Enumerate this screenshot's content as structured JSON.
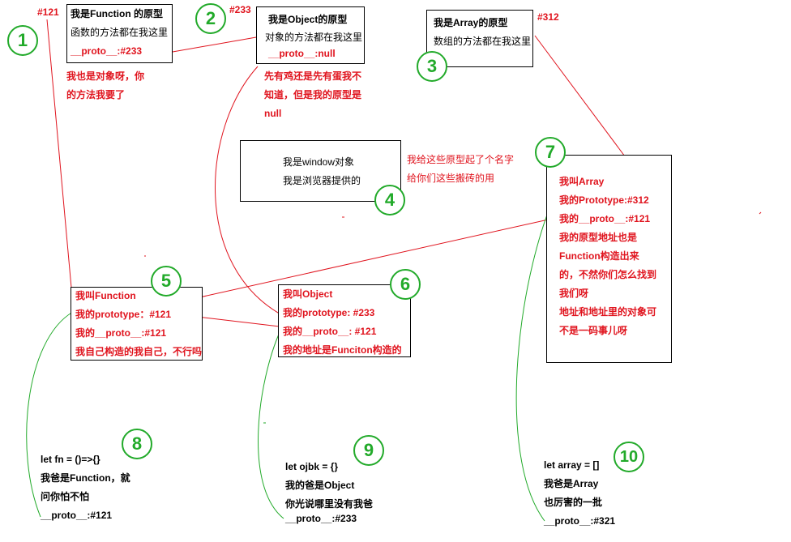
{
  "labels": {
    "l121": "#121",
    "l233": "#233",
    "l312": "#312"
  },
  "nums": {
    "n1": "1",
    "n2": "2",
    "n3": "3",
    "n4": "4",
    "n5": "5",
    "n6": "6",
    "n7": "7",
    "n8": "8",
    "n9": "9",
    "n10": "10"
  },
  "boxes": {
    "function_proto": {
      "line1": "我是Function 的原型",
      "line2": "函数的方法都在我这里",
      "line3": "__proto__:#233"
    },
    "object_proto": {
      "line1": "我是Object的原型",
      "line2": "对象的方法都在我这里",
      "line3": "__proto__:null"
    },
    "array_proto": {
      "line1": "我是Array的原型",
      "line2": "数组的方法都在我这里"
    },
    "window": {
      "line1": "我是window对象",
      "line2": "我是浏览器提供的"
    },
    "function_ctor": {
      "line1": "我叫Function",
      "line2": "我的prototype：#121",
      "line3": "我的__proto__:#121",
      "line4": "我自己构造的我自己，不行吗"
    },
    "object_ctor": {
      "line1": "我叫Object",
      "line2": "我的prototype:  #233",
      "line3": "我的__proto__:  #121",
      "line4": "我的地址是Funciton构造的"
    },
    "array_ctor": {
      "line1": "我叫Array",
      "line2": "我的Prototype:#312",
      "line3": "我的__proto__:#121",
      "line4": "我的原型地址也是",
      "line5": "Function构造出来",
      "line6": "的，不然你们怎么找到",
      "line7": "我们呀",
      "line8": "地址和地址里的对象可",
      "line9": "不是一码事儿呀"
    }
  },
  "notes": {
    "function_note": "我也是对象呀，你的方法我要了",
    "object_note": "先有鸡还是先有蛋我不知道，但是我的原型是null",
    "naming_note": "我给这些原型起了个名字给你们这些搬砖的用"
  },
  "code": {
    "fn": {
      "line1": "let fn  =  ()=>{}",
      "line2": "我爸是Function，就",
      "line3": "问你怕不怕",
      "line4": "__proto__:#121"
    },
    "obj": {
      "line1": "let ojbk  =  {}",
      "line2": "我的爸是Object",
      "line3": "你光说哪里没有我爸",
      "line4": "__proto__:#233"
    },
    "arr": {
      "line1": "let array  =  []",
      "line2": "我爸是Array",
      "line3": "也厉害的一批",
      "line4": "__proto__:#321"
    }
  },
  "colors": {
    "red": "#e0141e",
    "green": "#22aa2a",
    "black": "#000000"
  }
}
